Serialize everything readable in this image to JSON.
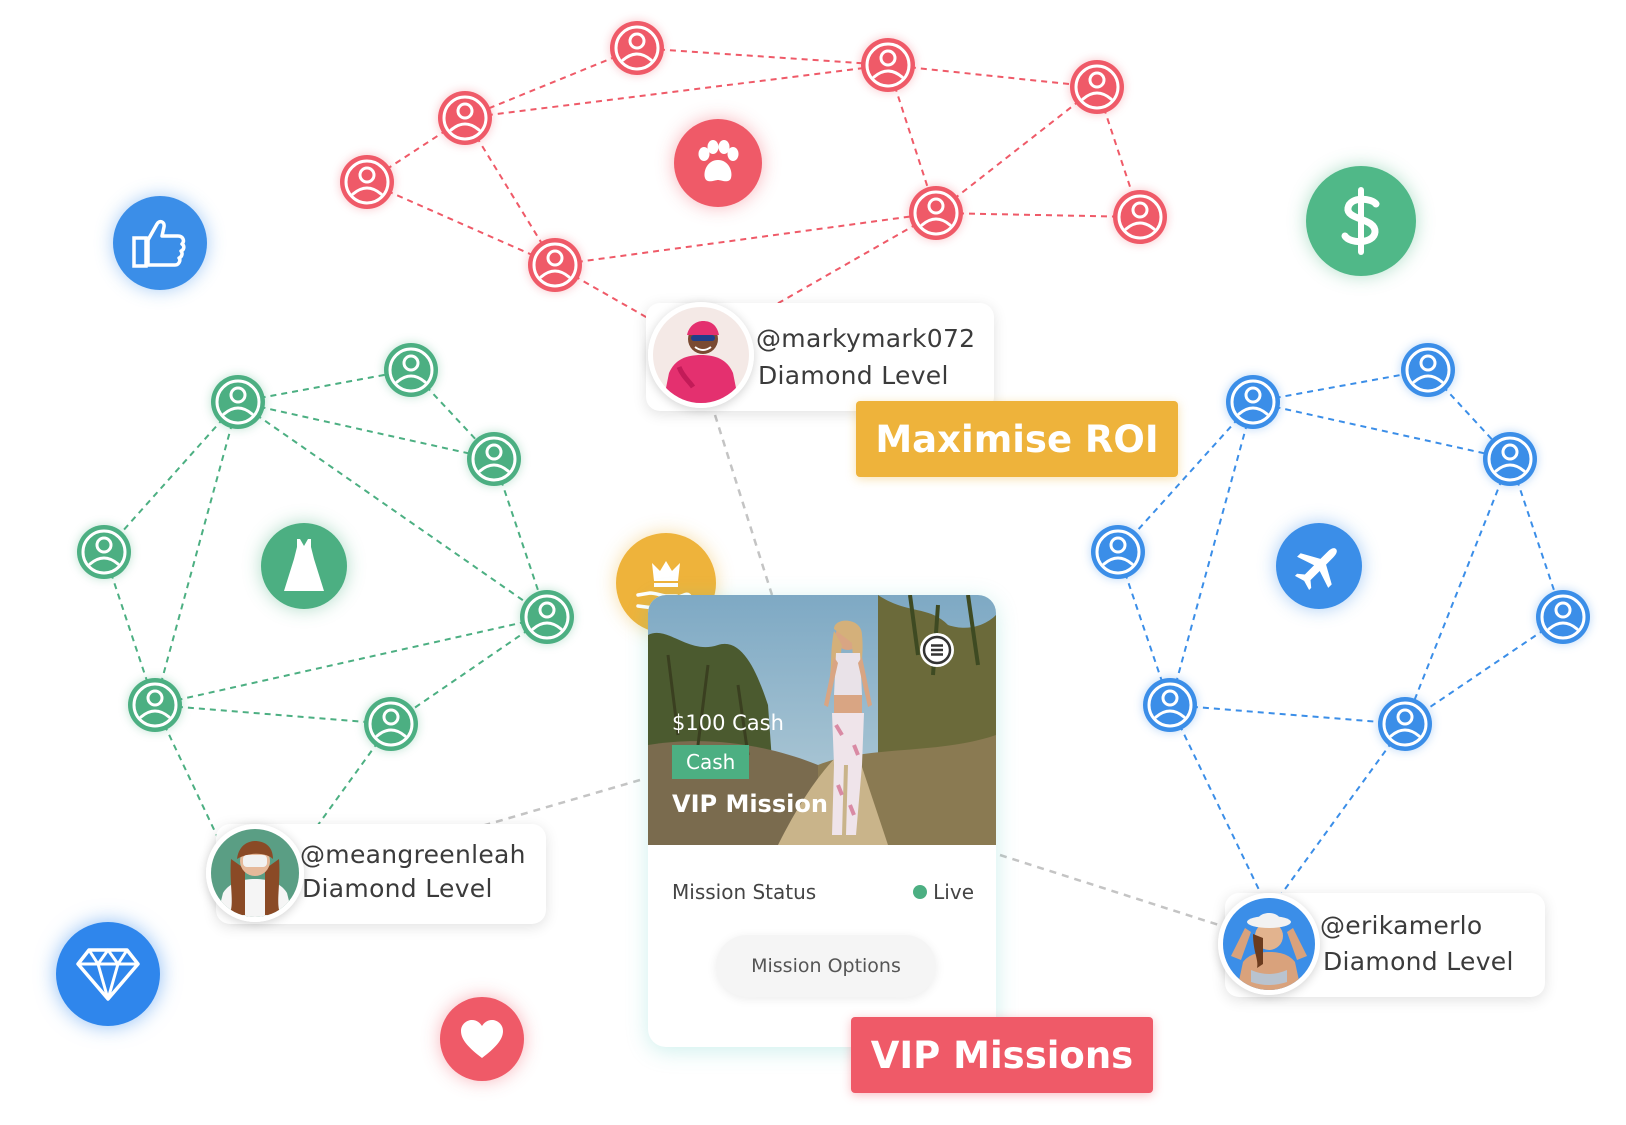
{
  "profiles": [
    {
      "handle": "@markymark072",
      "level": "Diamond Level"
    },
    {
      "handle": "@meangreenleah",
      "level": "Diamond Level"
    },
    {
      "handle": "@erikamerlo",
      "level": "Diamond Level"
    }
  ],
  "banners": {
    "roi": "Maximise ROI",
    "vip": "VIP Missions"
  },
  "card": {
    "reward": "$100 Cash",
    "tag": "Cash",
    "title": "VIP Mission",
    "status_label": "Mission Status",
    "status_value": "Live",
    "options_label": "Mission Options"
  },
  "icons": {
    "paw": "paw-icon",
    "thumbs_up": "thumbs-up-icon",
    "dollar": "dollar-icon",
    "dress": "dress-icon",
    "plane": "airplane-icon",
    "diamond": "diamond-icon",
    "heart": "heart-icon",
    "crown_hand": "crown-hand-icon",
    "menu": "menu-icon"
  },
  "colors": {
    "red": "#ef5a68",
    "green": "#4caf82",
    "blue": "#3b8ee8",
    "gold": "#eeb33b",
    "dollar_green": "#50b888",
    "diamond_blue": "#2f86ec"
  }
}
